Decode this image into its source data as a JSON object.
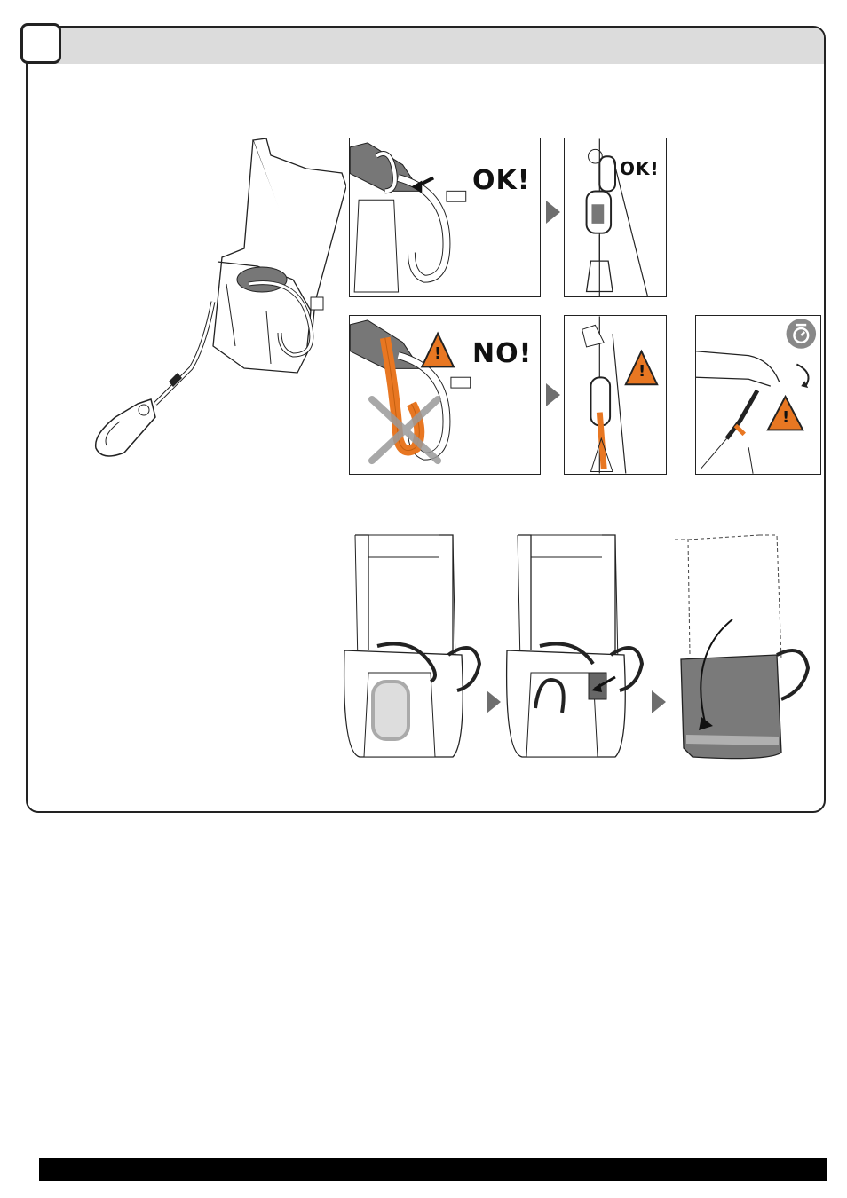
{
  "step": {
    "number": ""
  },
  "panels": {
    "ok_large": {
      "label": "OK!"
    },
    "ok_small": {
      "label": "OK!"
    },
    "no_large": {
      "label": "NO!"
    },
    "warning_glyph": "!"
  },
  "colors": {
    "header": "#dcdcdc",
    "warning_orange": "#e87722",
    "strap_gray": "#7a7a7a",
    "arrow_gray": "#6e6e6e",
    "footer": "#000000"
  },
  "icons": [
    "warning-triangle-icon",
    "timer-icon",
    "step-arrow-icon",
    "curved-arrow-icon"
  ]
}
